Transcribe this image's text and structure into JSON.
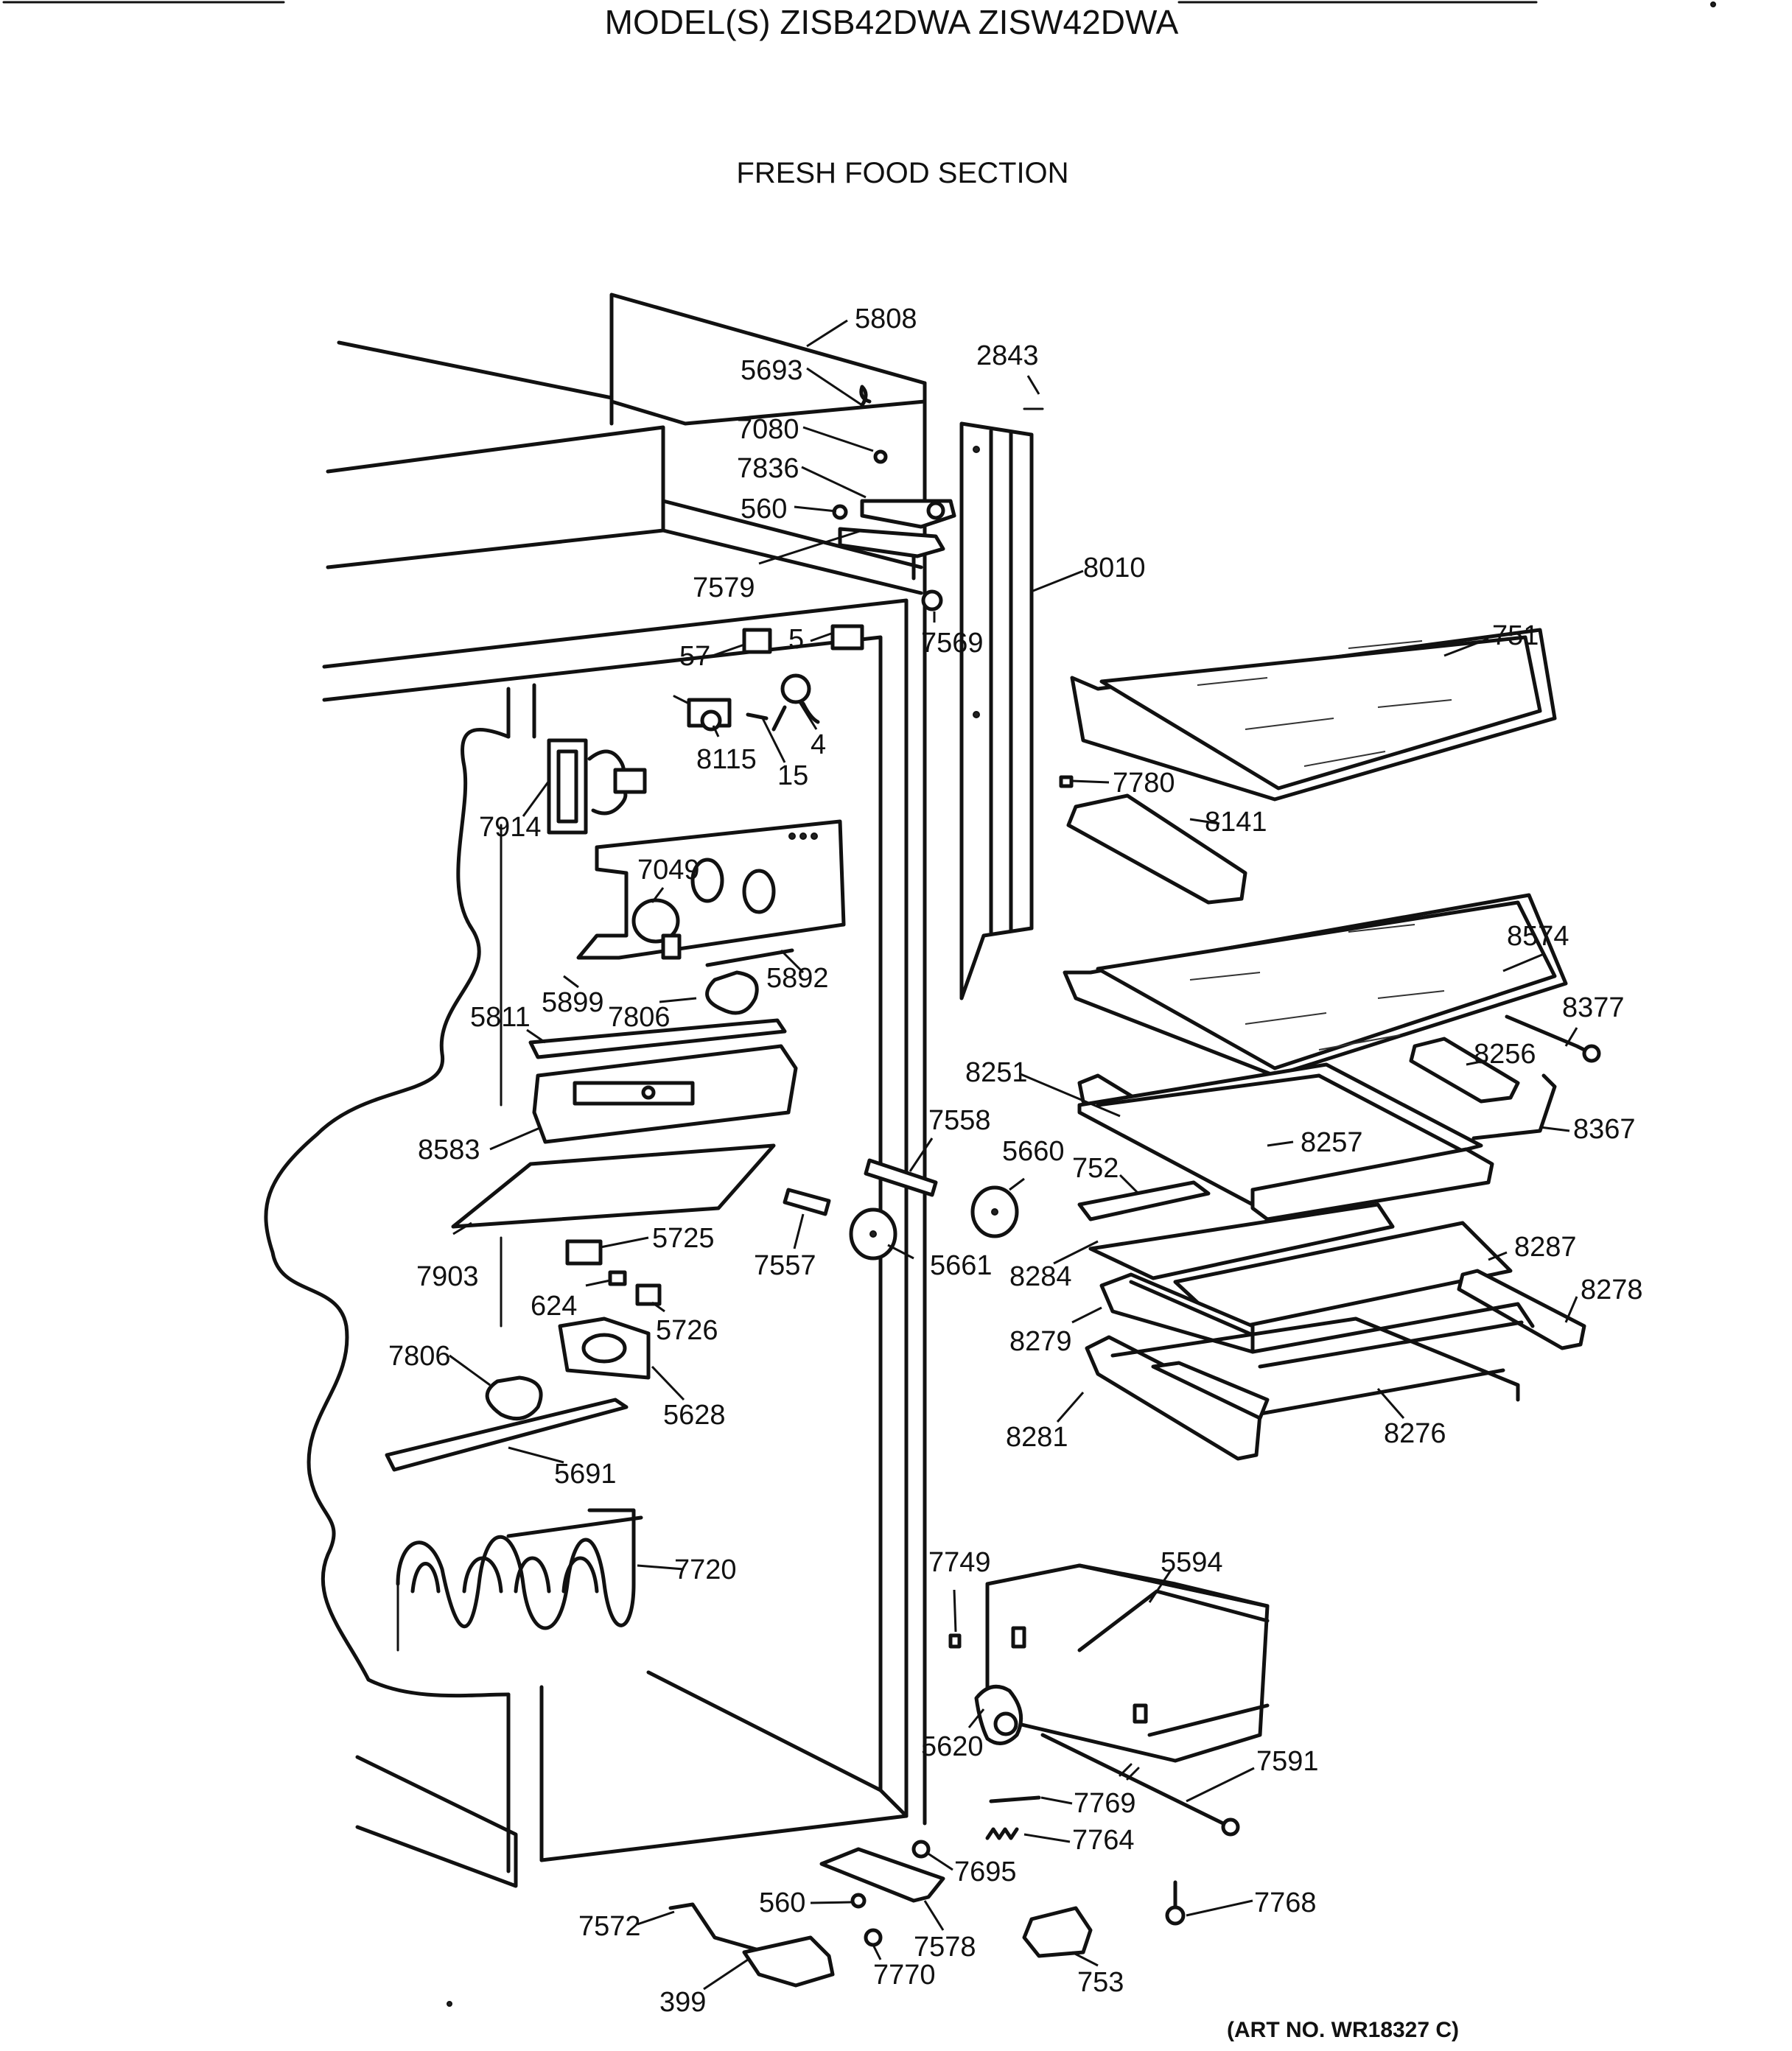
{
  "header": {
    "model_title": "MODEL(S) ZISB42DWA  ZISW42DWA",
    "section_title": "FRESH FOOD SECTION",
    "art_number": "(ART NO. WR18327 C)"
  },
  "parts": [
    "5808",
    "5693",
    "2843",
    "7080",
    "7836",
    "560",
    "8010",
    "7579",
    "7569",
    "751",
    "57",
    "5",
    "8115",
    "15",
    "4",
    "7914",
    "7780",
    "8141",
    "7049",
    "8574",
    "8377",
    "5899",
    "7806",
    "5892",
    "5811",
    "8256",
    "8251",
    "8367",
    "8257",
    "8583",
    "7558",
    "5660",
    "752",
    "7903",
    "5725",
    "7557",
    "5661",
    "8287",
    "8284",
    "8278",
    "624",
    "5726",
    "8279",
    "7806",
    "5628",
    "8281",
    "8276",
    "5691",
    "7720",
    "7749",
    "5594",
    "5620",
    "7591",
    "7769",
    "7764",
    "7695",
    "7768",
    "560",
    "7578",
    "7572",
    "7770",
    "753",
    "399"
  ]
}
